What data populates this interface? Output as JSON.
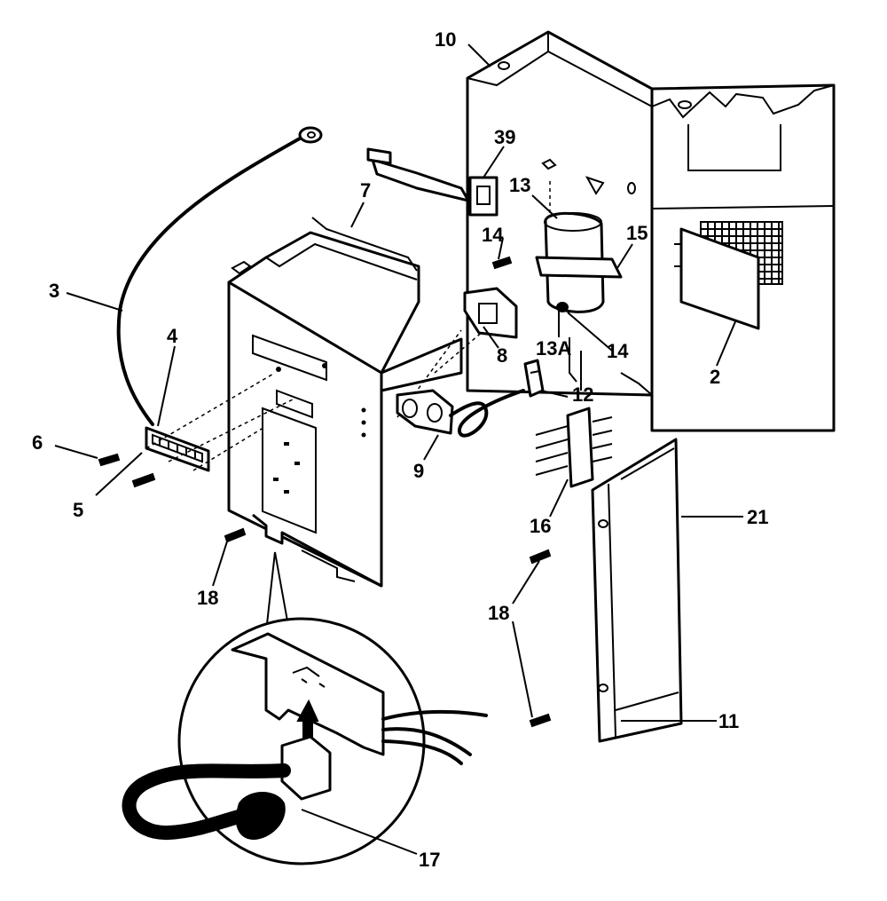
{
  "callouts": [
    {
      "id": "c10",
      "text": "10"
    },
    {
      "id": "c39",
      "text": "39"
    },
    {
      "id": "c13",
      "text": "13"
    },
    {
      "id": "c15",
      "text": "15"
    },
    {
      "id": "c14a",
      "text": "14"
    },
    {
      "id": "c14b",
      "text": "14"
    },
    {
      "id": "c13A",
      "text": "13A"
    },
    {
      "id": "c2",
      "text": "2"
    },
    {
      "id": "c7",
      "text": "7"
    },
    {
      "id": "c3",
      "text": "3"
    },
    {
      "id": "c4",
      "text": "4"
    },
    {
      "id": "c6",
      "text": "6"
    },
    {
      "id": "c5",
      "text": "5"
    },
    {
      "id": "c8",
      "text": "8"
    },
    {
      "id": "c9",
      "text": "9"
    },
    {
      "id": "c12",
      "text": "12"
    },
    {
      "id": "c16",
      "text": "16"
    },
    {
      "id": "c21",
      "text": "21"
    },
    {
      "id": "c18a",
      "text": "18"
    },
    {
      "id": "c18b",
      "text": "18"
    },
    {
      "id": "c11",
      "text": "11"
    },
    {
      "id": "c17",
      "text": "17"
    }
  ]
}
